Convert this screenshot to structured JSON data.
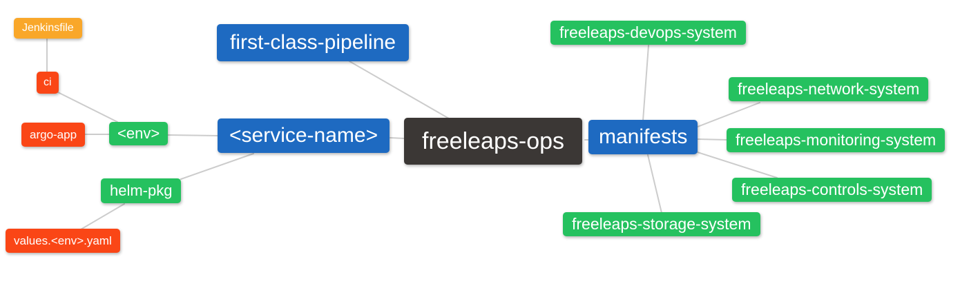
{
  "diagram": {
    "type": "mindmap",
    "root_id": "freeleaps_ops",
    "edges": [
      [
        "jenkinsfile",
        "ci"
      ],
      [
        "ci",
        "env"
      ],
      [
        "argo_app",
        "env"
      ],
      [
        "env",
        "service_name"
      ],
      [
        "helm_pkg",
        "service_name"
      ],
      [
        "values_env_yaml",
        "helm_pkg"
      ],
      [
        "first_class_pipeline",
        "freeleaps_ops"
      ],
      [
        "service_name",
        "freeleaps_ops"
      ],
      [
        "freeleaps_ops",
        "manifests"
      ],
      [
        "manifests",
        "freeleaps_devops_system"
      ],
      [
        "manifests",
        "freeleaps_network_system"
      ],
      [
        "manifests",
        "freeleaps_monitoring_system"
      ],
      [
        "manifests",
        "freeleaps_controls_system"
      ],
      [
        "manifests",
        "freeleaps_storage_system"
      ]
    ]
  },
  "nodes": {
    "jenkinsfile": {
      "label": "Jenkinsfile",
      "color": "orange"
    },
    "ci": {
      "label": "ci",
      "color": "red"
    },
    "argo_app": {
      "label": "argo-app",
      "color": "red"
    },
    "env": {
      "label": "<env>",
      "color": "green"
    },
    "helm_pkg": {
      "label": "helm-pkg",
      "color": "green"
    },
    "values_env_yaml": {
      "label": "values.<env>.yaml",
      "color": "red"
    },
    "first_class_pipeline": {
      "label": "first-class-pipeline",
      "color": "blue"
    },
    "service_name": {
      "label": "<service-name>",
      "color": "blue"
    },
    "freeleaps_ops": {
      "label": "freeleaps-ops",
      "color": "dark"
    },
    "manifests": {
      "label": "manifests",
      "color": "blue"
    },
    "freeleaps_devops_system": {
      "label": "freeleaps-devops-system",
      "color": "green"
    },
    "freeleaps_network_system": {
      "label": "freeleaps-network-system",
      "color": "green"
    },
    "freeleaps_monitoring_system": {
      "label": "freeleaps-monitoring-system",
      "color": "green"
    },
    "freeleaps_controls_system": {
      "label": "freeleaps-controls-system",
      "color": "green"
    },
    "freeleaps_storage_system": {
      "label": "freeleaps-storage-system",
      "color": "green"
    }
  },
  "palette": {
    "blue": "#1e6ac1",
    "green": "#25c15f",
    "orange": "#f9a72a",
    "red": "#fa4616",
    "dark": "#3b3735",
    "line": "#cccccc",
    "text": "#ffffff",
    "background": "#ffffff"
  }
}
